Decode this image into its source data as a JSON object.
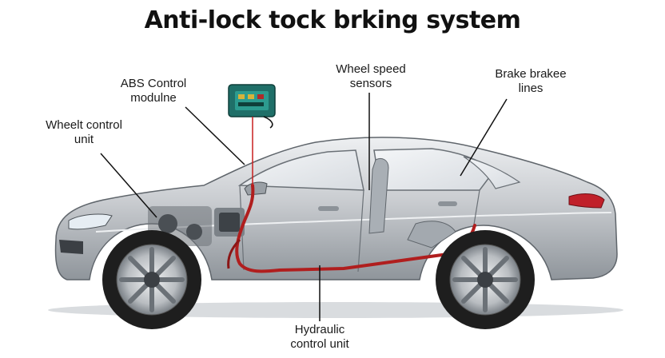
{
  "title": "Anti-lock tock brking system",
  "labels": {
    "abs_module": [
      "ABS Control",
      "modulne"
    ],
    "wheel_control": [
      "Wheelt control",
      "unit"
    ],
    "wheel_speed": [
      "Wheel speed",
      "sensors"
    ],
    "brake_lines": [
      "Brake brakee",
      "lines"
    ],
    "hydraulic": [
      "Hydraulic",
      "control unit"
    ]
  },
  "colors": {
    "car_body": "#c9ccd0",
    "car_shadow": "#9aa0a6",
    "tire": "#1e1e1e",
    "brake_line": "#b01e1e",
    "taillight": "#c0202a",
    "module": "#1f6f68"
  }
}
